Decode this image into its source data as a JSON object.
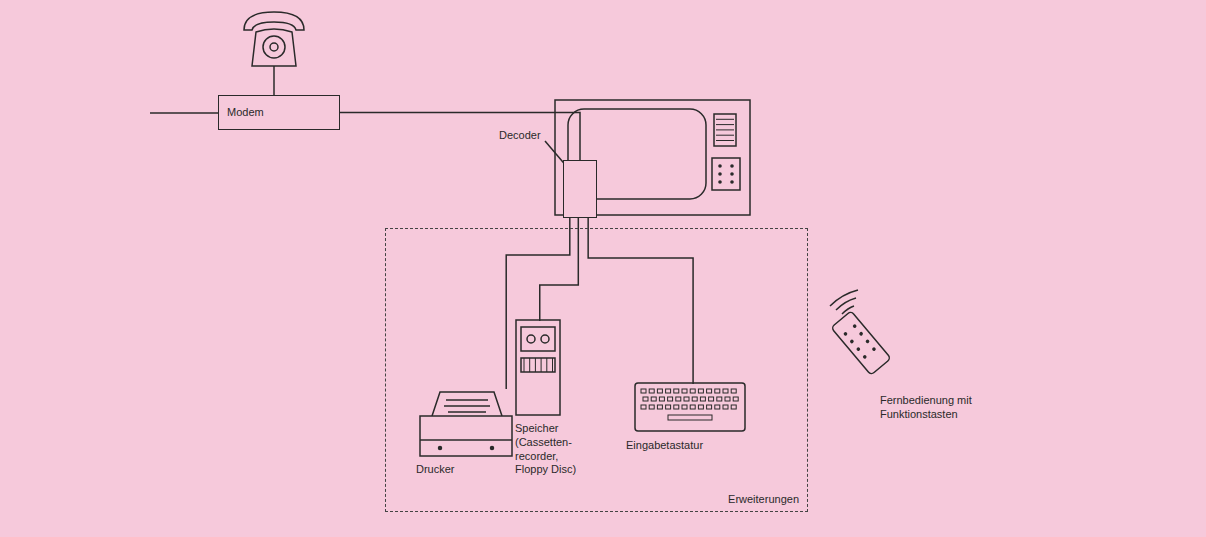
{
  "diagram": {
    "nodes": [
      {
        "text": [
          "Modem"
        ]
      },
      {
        "text": [
          "Decoder"
        ]
      },
      {
        "text": [
          "Erweiterungen"
        ]
      },
      {
        "text": [
          "Drucker"
        ],
        "in": 2
      },
      {
        "text": [
          "Speicher (Cassetten- recorder, Floppy Disc)"
        ],
        "in": 2
      },
      {
        "text": [
          "Eingabetastatur"
        ],
        "in": 2
      }
    ],
    "edges": [
      {
        "from": 0,
        "to": 1,
        "arrow": "none"
      },
      {
        "from": 1,
        "to": 3,
        "arrow": "none"
      },
      {
        "from": 1,
        "to": 4,
        "arrow": "none"
      },
      {
        "from": 1,
        "to": 5,
        "arrow": "none"
      }
    ],
    "labels": [
      "Fernbedienung mit Funktionstasten"
    ]
  }
}
